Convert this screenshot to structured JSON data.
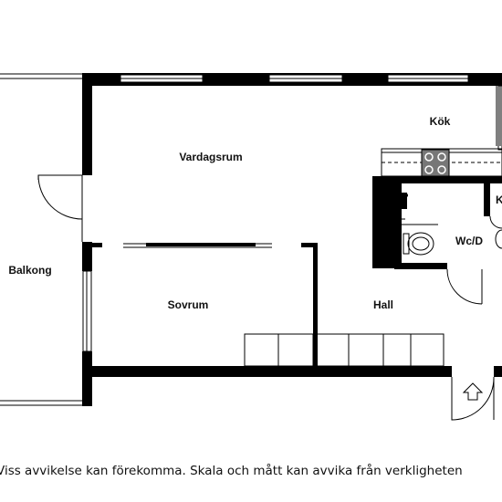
{
  "rooms": {
    "kok": "Kök",
    "vardagsrum": "Vardagsrum",
    "balkong": "Balkong",
    "sovrum": "Sovrum",
    "hall": "Hall",
    "wcd": "Wc/D",
    "klipped": "K"
  },
  "disclaimer": "Viss avvikelse kan förekomma. Skala och mått kan avvika från verkligheten",
  "colors": {
    "wall": "#000000",
    "background": "#ffffff",
    "stove": "#777777"
  },
  "icons": [
    "door-swing-icon",
    "toilet-icon",
    "sink-icon",
    "stove-icon",
    "entrance-arrow-icon"
  ]
}
